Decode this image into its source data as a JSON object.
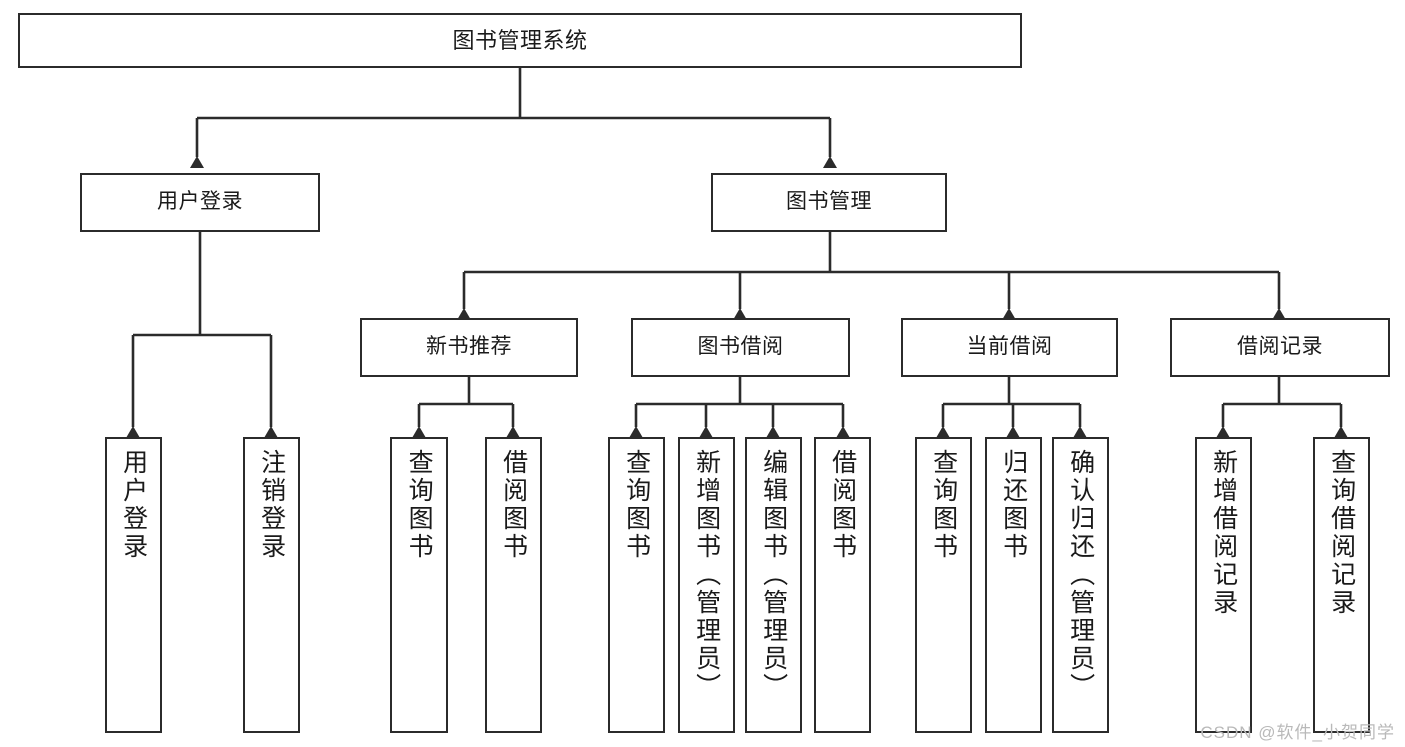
{
  "diagram": {
    "type": "tree-hierarchy-chart",
    "title": "图书管理系统",
    "orientation": "top-down",
    "edge_color": "#2b2b2b",
    "box_border_color": "#2b2b2b",
    "box_fill_color": "#ffffff",
    "text_color": "#1a1a1a"
  },
  "nodes": {
    "root": {
      "label": "图书管理系统"
    },
    "level2": [
      {
        "id": "user-login",
        "label": "用户登录"
      },
      {
        "id": "book-management",
        "label": "图书管理"
      }
    ],
    "level3": [
      {
        "id": "new-book-recommend",
        "label": "新书推荐"
      },
      {
        "id": "book-borrow",
        "label": "图书借阅"
      },
      {
        "id": "current-borrow",
        "label": "当前借阅"
      },
      {
        "id": "borrow-record",
        "label": "借阅记录"
      }
    ],
    "leaves": {
      "user-login": [
        {
          "id": "leaf-user-login",
          "label": "用户登录"
        },
        {
          "id": "leaf-logout-login",
          "label": "注销登录"
        }
      ],
      "new-book-recommend": [
        {
          "id": "leaf-query-book-1",
          "label": "查询图书"
        },
        {
          "id": "leaf-borrow-book-1",
          "label": "借阅图书"
        }
      ],
      "book-borrow": [
        {
          "id": "leaf-query-book-2",
          "label": "查询图书"
        },
        {
          "id": "leaf-add-book-admin",
          "label": "新增图书（管理员）"
        },
        {
          "id": "leaf-edit-book-admin",
          "label": "编辑图书（管理员）"
        },
        {
          "id": "leaf-borrow-book-2",
          "label": "借阅图书"
        }
      ],
      "current-borrow": [
        {
          "id": "leaf-query-book-3",
          "label": "查询图书"
        },
        {
          "id": "leaf-return-book",
          "label": "归还图书"
        },
        {
          "id": "leaf-confirm-return-admin",
          "label": "确认归还（管理员）"
        }
      ],
      "borrow-record": [
        {
          "id": "leaf-add-borrow-record",
          "label": "新增借阅记录"
        },
        {
          "id": "leaf-query-borrow-record",
          "label": "查询借阅记录"
        }
      ]
    }
  },
  "watermark": {
    "text": "CSDN @软件_小贺同学"
  }
}
